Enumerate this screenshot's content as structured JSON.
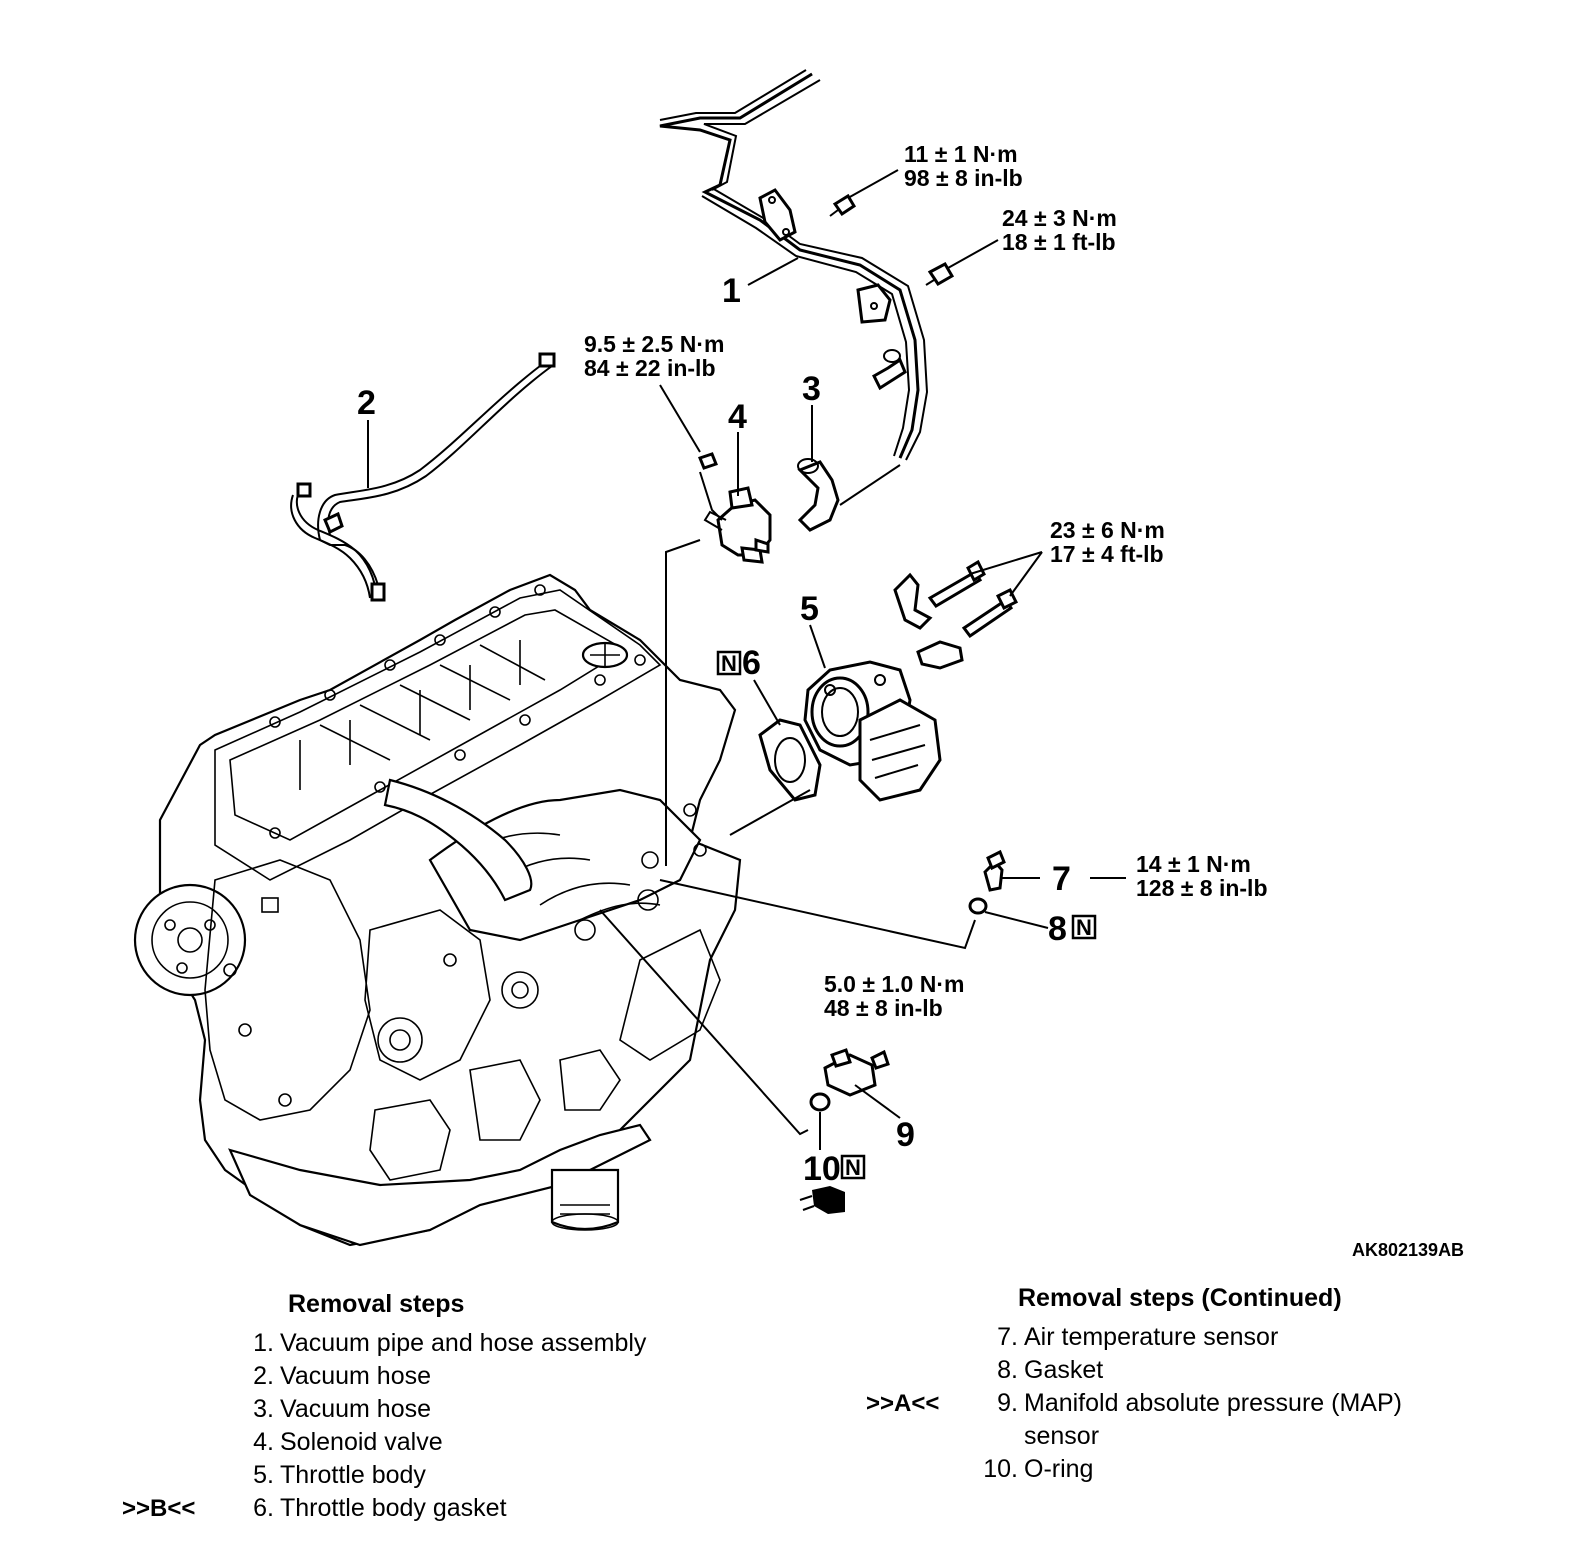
{
  "figure_code": "AK802139AB",
  "callouts": {
    "c1": "1",
    "c2": "2",
    "c3": "3",
    "c4": "4",
    "c5": "5",
    "c6": "6",
    "c7": "7",
    "c8": "8",
    "c9": "9",
    "c10": "10",
    "n_marker": "N"
  },
  "torques": {
    "t1_a": "11 ± 1 N·m",
    "t1_b": "98 ± 8 in-lb",
    "t2_a": "24 ± 3 N·m",
    "t2_b": "18 ± 1 ft-lb",
    "t3_a": "9.5 ± 2.5 N·m",
    "t3_b": "84 ± 22 in-lb",
    "t4_a": "23 ± 6 N·m",
    "t4_b": "17 ± 4 ft-lb",
    "t5_a": "14 ± 1 N·m",
    "t5_b": "128 ± 8 in-lb",
    "t6_a": "5.0 ± 1.0 N·m",
    "t6_b": "48 ± 8 in-lb"
  },
  "removal_steps": {
    "title": "Removal steps",
    "items": [
      {
        "mark": "",
        "num": "1.",
        "text": "Vacuum pipe and hose assembly"
      },
      {
        "mark": "",
        "num": "2.",
        "text": "Vacuum hose"
      },
      {
        "mark": "",
        "num": "3.",
        "text": "Vacuum hose"
      },
      {
        "mark": "",
        "num": "4.",
        "text": "Solenoid valve"
      },
      {
        "mark": "",
        "num": "5.",
        "text": "Throttle body"
      },
      {
        "mark": ">>B<<",
        "num": "6.",
        "text": "Throttle body gasket"
      }
    ]
  },
  "removal_steps_continued": {
    "title": "Removal steps (Continued)",
    "items": [
      {
        "mark": "",
        "num": "7.",
        "text": "Air temperature sensor"
      },
      {
        "mark": "",
        "num": "8.",
        "text": "Gasket"
      },
      {
        "mark": ">>A<<",
        "num": "9.",
        "text": "Manifold absolute pressure (MAP)"
      },
      {
        "mark": "",
        "num": "",
        "text": "sensor"
      },
      {
        "mark": "",
        "num": "10.",
        "text": "O-ring"
      }
    ]
  }
}
